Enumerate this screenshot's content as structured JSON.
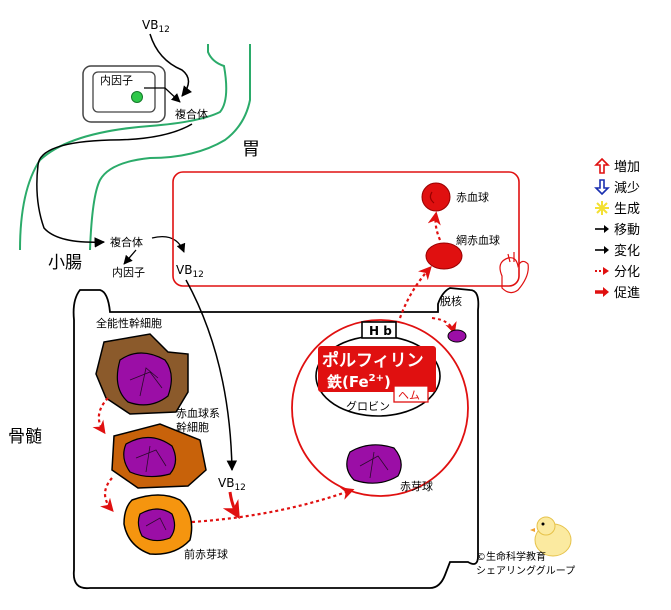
{
  "labels": {
    "vb12_top": "VB",
    "vb12_sub": "12",
    "intrinsic_factor": "内因子",
    "complex": "複合体",
    "stomach": "胃",
    "small_intestine": "小腸",
    "complex_intestine": "複合体",
    "intrinsic_factor_released": "内因子",
    "vb12_released": "VB",
    "vb12_released_sub": "12",
    "bone_marrow": "骨髄",
    "red_blood_cell": "赤血球",
    "reticulocyte": "網赤血球",
    "enucleation": "脱核",
    "hsc": "全能性幹細胞",
    "erythroid_stem_1": "赤血球系",
    "erythroid_stem_2": "幹細胞",
    "vb12_marrow": "VB",
    "vb12_marrow_sub": "12",
    "proerythroblast": "前赤芽球",
    "erythroblast": "赤芽球",
    "hb": "H b",
    "porphyrin": "ポルフィリン",
    "iron": "鉄(Fe",
    "iron_sup": "2+",
    "iron_close": ")",
    "heme": "ヘム",
    "globin": "グロビン",
    "copyright_1": "©生命科学教育",
    "copyright_2": "シェアリンググループ"
  },
  "legend": [
    {
      "icon": "increase-arrow-icon",
      "label": "増加"
    },
    {
      "icon": "decrease-arrow-icon",
      "label": "減少"
    },
    {
      "icon": "generation-star-icon",
      "label": "生成"
    },
    {
      "icon": "move-arrow-icon",
      "label": "移動"
    },
    {
      "icon": "change-arrow-icon",
      "label": "変化"
    },
    {
      "icon": "differentiation-arrow-icon",
      "label": "分化"
    },
    {
      "icon": "promotion-arrow-icon",
      "label": "促進"
    }
  ],
  "colors": {
    "gut_outline": "#2bab6a",
    "red": "#e01010",
    "hsc_body": "#8b5a2b",
    "stem_body": "#c8620a",
    "pro_body": "#f5950f",
    "nucleus": "#9b0ea6",
    "increase": "#e01010",
    "decrease": "#1a2fb0",
    "generation": "#f3e033"
  }
}
